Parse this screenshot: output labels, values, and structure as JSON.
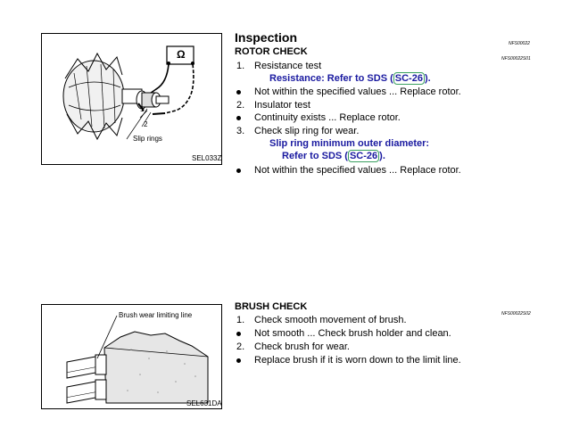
{
  "inspection": {
    "heading": "Inspection",
    "ref_code": "NFS00022"
  },
  "rotor_check": {
    "title": "ROTOR CHECK",
    "ref_code": "NFS00022S01",
    "figure": {
      "code": "SEL033Z",
      "meter_symbol": "Ω",
      "label_slip_rings": "Slip rings",
      "label_1": "1",
      "label_2": "2"
    },
    "step1_num": "1.",
    "step1": "Resistance test",
    "step1_ref_prefix": "Resistance: Refer to SDS (",
    "step1_ref_link": "SC-26",
    "step1_ref_suffix": ").",
    "bullet1": "Not within the specified values ... Replace rotor.",
    "step2_num": "2.",
    "step2": "Insulator test",
    "bullet2": "Continuity exists ... Replace rotor.",
    "step3_num": "3.",
    "step3": "Check slip ring for wear.",
    "step3_ref_line1": "Slip ring minimum outer diameter:",
    "step3_ref_prefix": "Refer to SDS (",
    "step3_ref_link": "SC-26",
    "step3_ref_suffix": ").",
    "bullet3": "Not within the specified values ... Replace rotor."
  },
  "brush_check": {
    "title": "BRUSH CHECK",
    "ref_code": "NFS00022S02",
    "figure": {
      "code": "SEL631DA",
      "label_wear_line": "Brush wear limiting line"
    },
    "step1_num": "1.",
    "step1": "Check smooth movement of brush.",
    "bullet1": "Not smooth ... Check brush holder and clean.",
    "step2_num": "2.",
    "step2": "Check brush for wear.",
    "bullet2": "Replace brush if it is worn down to the limit line."
  },
  "colors": {
    "reference_text": "#1a1aa0",
    "link_outline": "#3aa060"
  }
}
